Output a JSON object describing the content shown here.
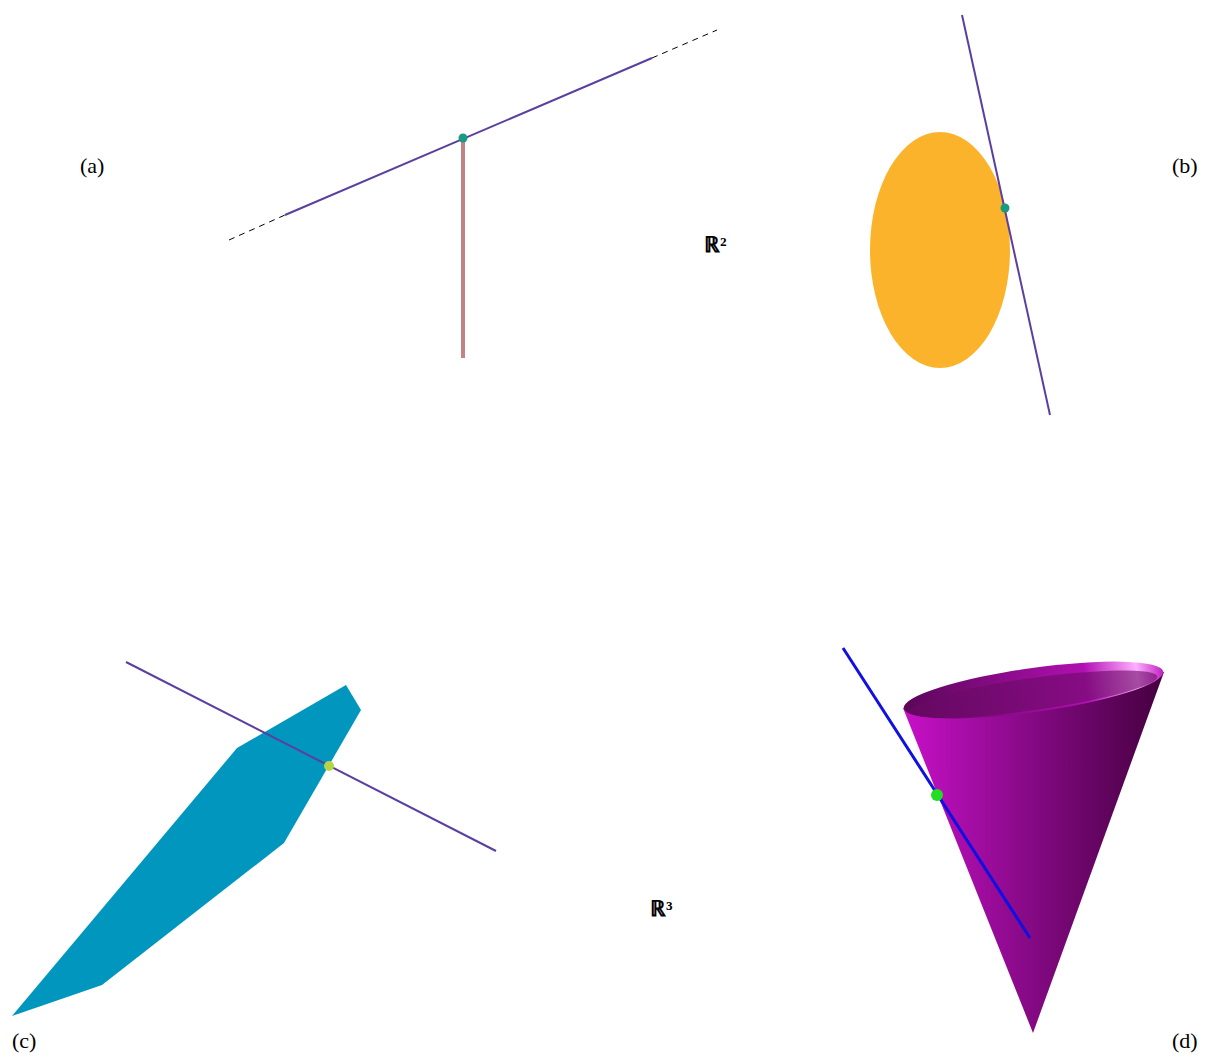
{
  "diagram": {
    "labels": [
      "(a)",
      "ℝ²",
      "(b)",
      "(c)",
      "ℝ³",
      "(d)"
    ]
  }
}
